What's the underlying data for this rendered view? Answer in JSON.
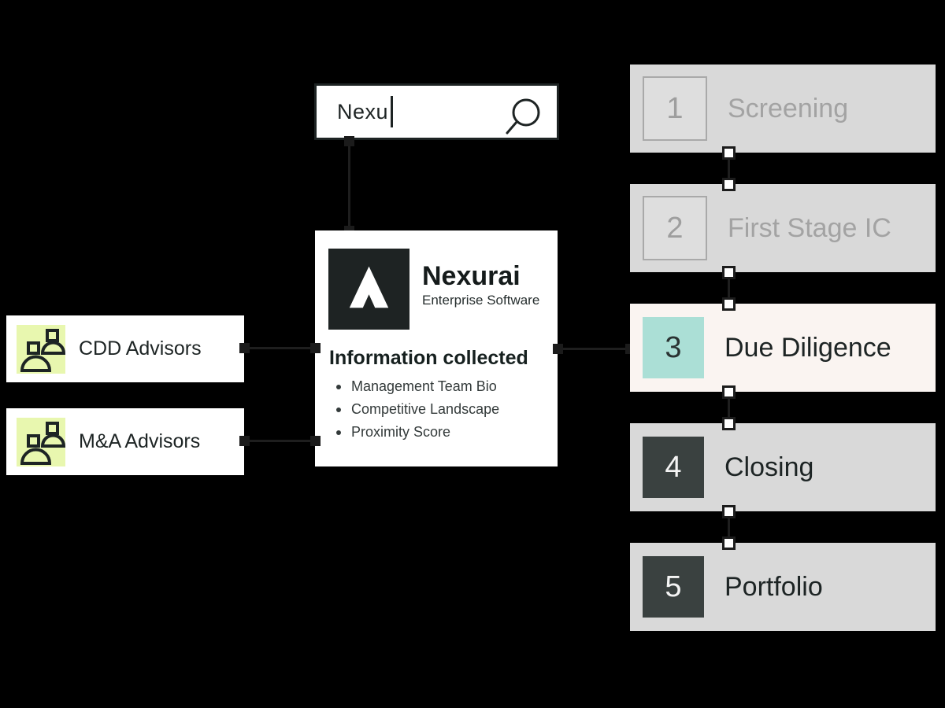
{
  "search": {
    "value": "Nexu"
  },
  "advisors": [
    {
      "label": "CDD Advisors"
    },
    {
      "label": "M&A Advisors"
    }
  ],
  "company_card": {
    "brand": "Nexurai",
    "brand_sub": "Enterprise Software",
    "section_title": "Information collected",
    "bullets": [
      "Management Team Bio",
      "Competitive Landscape",
      "Proximity Score"
    ]
  },
  "stages": [
    {
      "number": "1",
      "label": "Screening",
      "state": "upcoming"
    },
    {
      "number": "2",
      "label": "First Stage IC",
      "state": "upcoming"
    },
    {
      "number": "3",
      "label": "Due Diligence",
      "state": "current"
    },
    {
      "number": "4",
      "label": "Closing",
      "state": "next"
    },
    {
      "number": "5",
      "label": "Portfolio",
      "state": "next"
    }
  ],
  "icons": {
    "search": "magnifier-icon",
    "advisor": "people-icon",
    "logo": "chevron-up-logo-icon"
  },
  "colors": {
    "background": "#000000",
    "box_white": "#ffffff",
    "box_gray": "#d9d9d9",
    "box_active": "#faf4f1",
    "accent_teal": "#abdfd6",
    "accent_green": "#e8f7af",
    "dark_square": "#3a4140",
    "logo_dark": "#1e2323",
    "muted_text": "#a3a3a3",
    "dark_text": "#1d2424"
  }
}
